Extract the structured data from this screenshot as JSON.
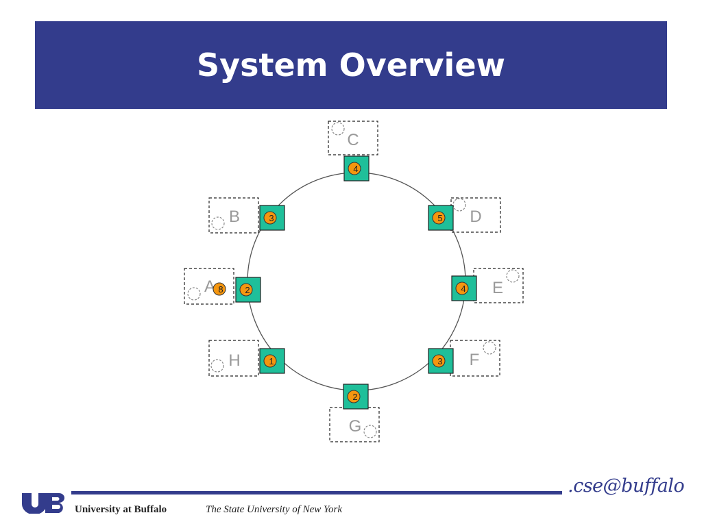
{
  "slide": {
    "title": "System Overview"
  },
  "ring": {
    "nodes": [
      {
        "label": "C",
        "key": "4"
      },
      {
        "label": "D",
        "key": "5"
      },
      {
        "label": "E",
        "key": "4"
      },
      {
        "label": "F",
        "key": "3"
      },
      {
        "label": "G",
        "key": "2"
      },
      {
        "label": "H",
        "key": "1"
      },
      {
        "label": "A",
        "key": "2",
        "extra_key": "8"
      },
      {
        "label": "B",
        "key": "3"
      }
    ]
  },
  "footer": {
    "university": "University at Buffalo",
    "state": "The State University of New York",
    "cse_logo": ".cse@buffalo"
  },
  "colors": {
    "brand": "#333c8c",
    "node_fill": "#1fbf9a",
    "key_fill": "#f5960f"
  }
}
